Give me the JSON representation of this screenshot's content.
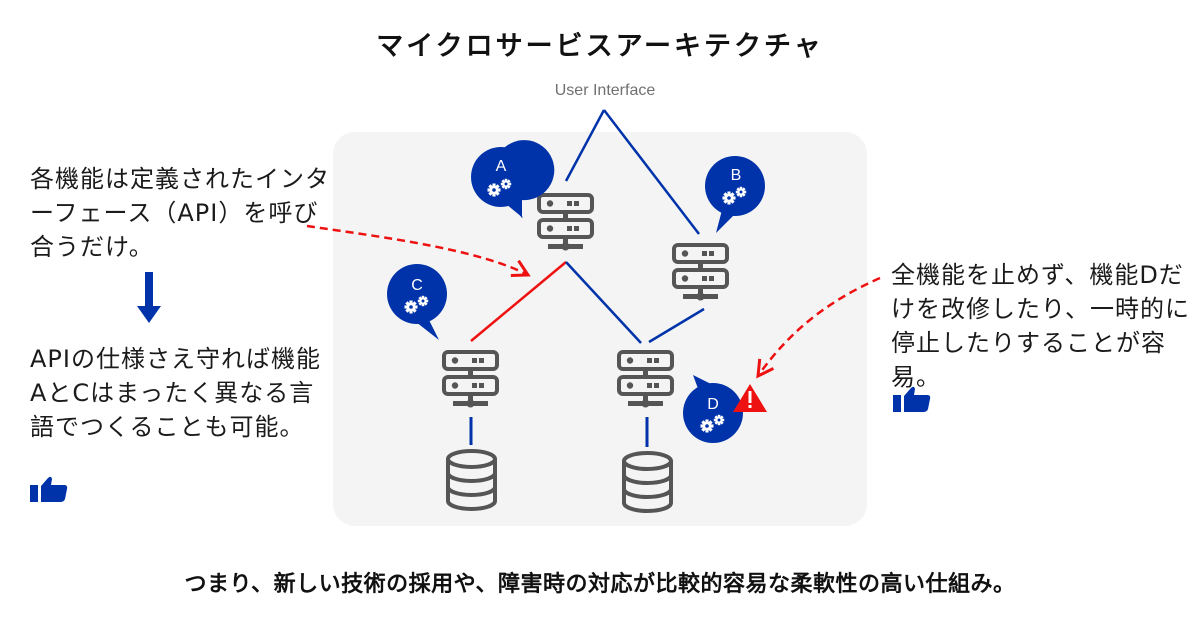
{
  "title": "マイクロサービスアーキテクチャ",
  "user_interface_label": "User Interface",
  "services": [
    {
      "id": "A",
      "label": "A",
      "connection_to_ui": "direct"
    },
    {
      "id": "B",
      "label": "B",
      "connection_to_ui": "direct"
    },
    {
      "id": "C",
      "label": "C",
      "connection_to": "A",
      "highlighted": true
    },
    {
      "id": "D",
      "label": "D",
      "connection_to": [
        "A",
        "B"
      ],
      "status": "warning"
    }
  ],
  "databases": [
    {
      "owner": "C"
    },
    {
      "owner": "D"
    }
  ],
  "notes": {
    "left_top": "各機能は定義されたインターフェース（API）を呼び合うだけ。",
    "left_bottom": "APIの仕様さえ守れば機能AとCはまったく異なる言語でつくることも可能。",
    "right": "全機能を止めず、機能Dだけを改修したり、一時的に停止したりすることが容易。"
  },
  "icons": {
    "server": "server-icon",
    "database": "database-icon",
    "bubble": "speech-bubble-gear-icon",
    "warning": "warning-icon",
    "thumbs_up": "thumbs-up-icon",
    "arrow_down": "arrow-down-icon"
  },
  "colors": {
    "brand_blue": "#0033aa",
    "highlight_red": "#ee1111",
    "icon_gray": "#555555",
    "panel_bg": "#f4f4f4"
  },
  "footer": "つまり、新しい技術の採用や、障害時の対応が比較的容易な柔軟性の高い仕組み。"
}
